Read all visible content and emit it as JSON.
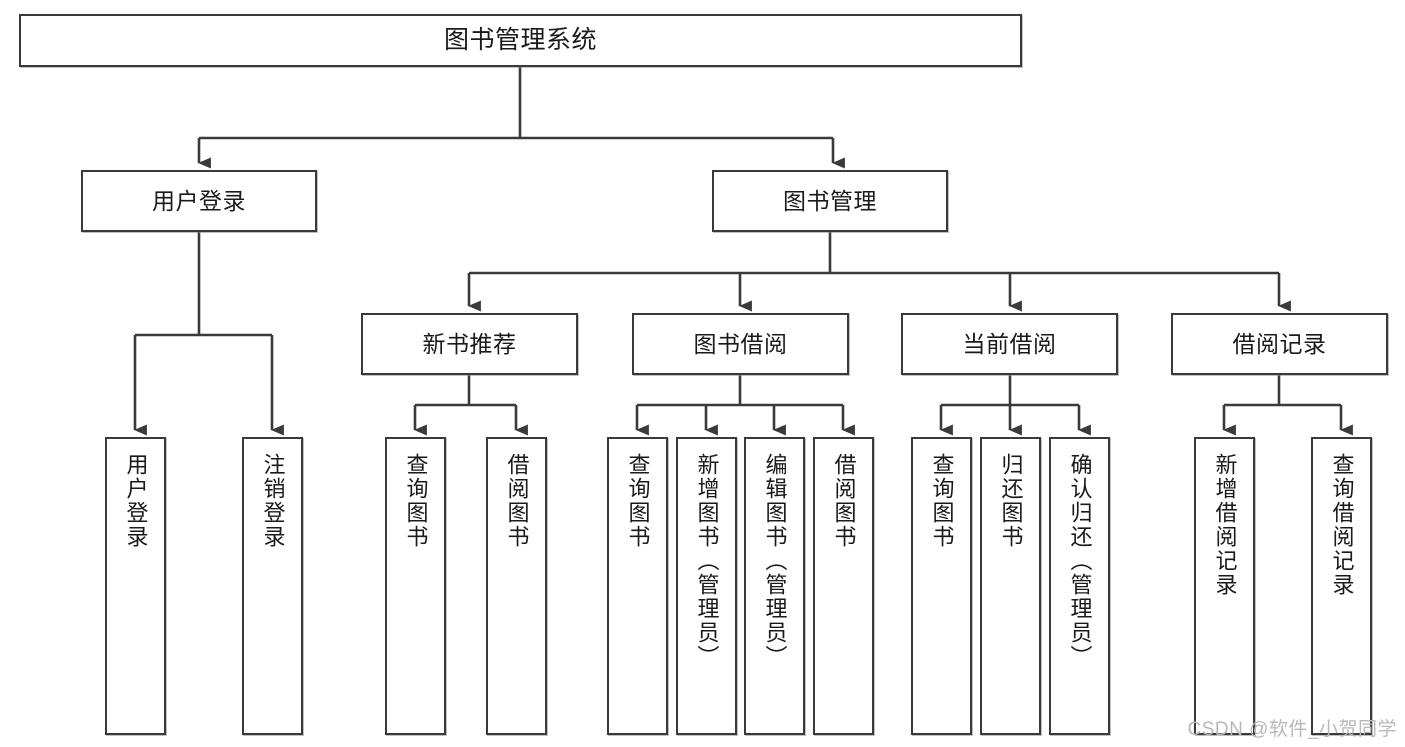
{
  "diagram": {
    "title": "图书管理系统",
    "style": {
      "border_color": "#3a3a3a",
      "box_fill": "#ffffff",
      "text_color": "#1a1a1a",
      "background": "#ffffff",
      "watermark_color": "#b8b8b8"
    },
    "levels": {
      "root": {
        "label": "图书管理系统"
      },
      "level1": [
        {
          "label": "用户登录"
        },
        {
          "label": "图书管理"
        }
      ],
      "level2": [
        {
          "label": "新书推荐"
        },
        {
          "label": "图书借阅"
        },
        {
          "label": "当前借阅"
        },
        {
          "label": "借阅记录"
        }
      ],
      "leaves": {
        "user_login": [
          {
            "label": "用户登录"
          },
          {
            "label": "注销登录"
          }
        ],
        "new_book_recommend": [
          {
            "label": "查询图书"
          },
          {
            "label": "借阅图书"
          }
        ],
        "book_borrow": [
          {
            "label": "查询图书"
          },
          {
            "label": "新增图书（管理员）"
          },
          {
            "label": "编辑图书（管理员）"
          },
          {
            "label": "借阅图书"
          }
        ],
        "current_borrow": [
          {
            "label": "查询图书"
          },
          {
            "label": "归还图书"
          },
          {
            "label": "确认归还（管理员）"
          }
        ],
        "borrow_record": [
          {
            "label": "新增借阅记录"
          },
          {
            "label": "查询借阅记录"
          }
        ]
      }
    }
  },
  "watermark": {
    "text": "CSDN @软件_小贺同学"
  }
}
